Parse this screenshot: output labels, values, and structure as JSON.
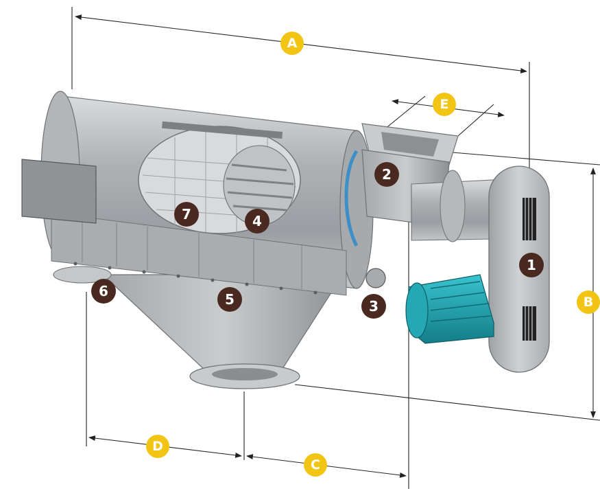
{
  "dimension_labels": {
    "A": "A",
    "B": "B",
    "C": "C",
    "D": "D",
    "E": "E"
  },
  "part_labels": {
    "p1": "1",
    "p2": "2",
    "p3": "3",
    "p4": "4",
    "p5": "5",
    "p6": "6",
    "p7": "7"
  },
  "colors": {
    "dimension_badge": "#f2c515",
    "part_badge": "#4a2a20",
    "machine_steel": "#b8bcbf",
    "motor": "#1a9aa6",
    "dimension_lines": "#222222"
  }
}
